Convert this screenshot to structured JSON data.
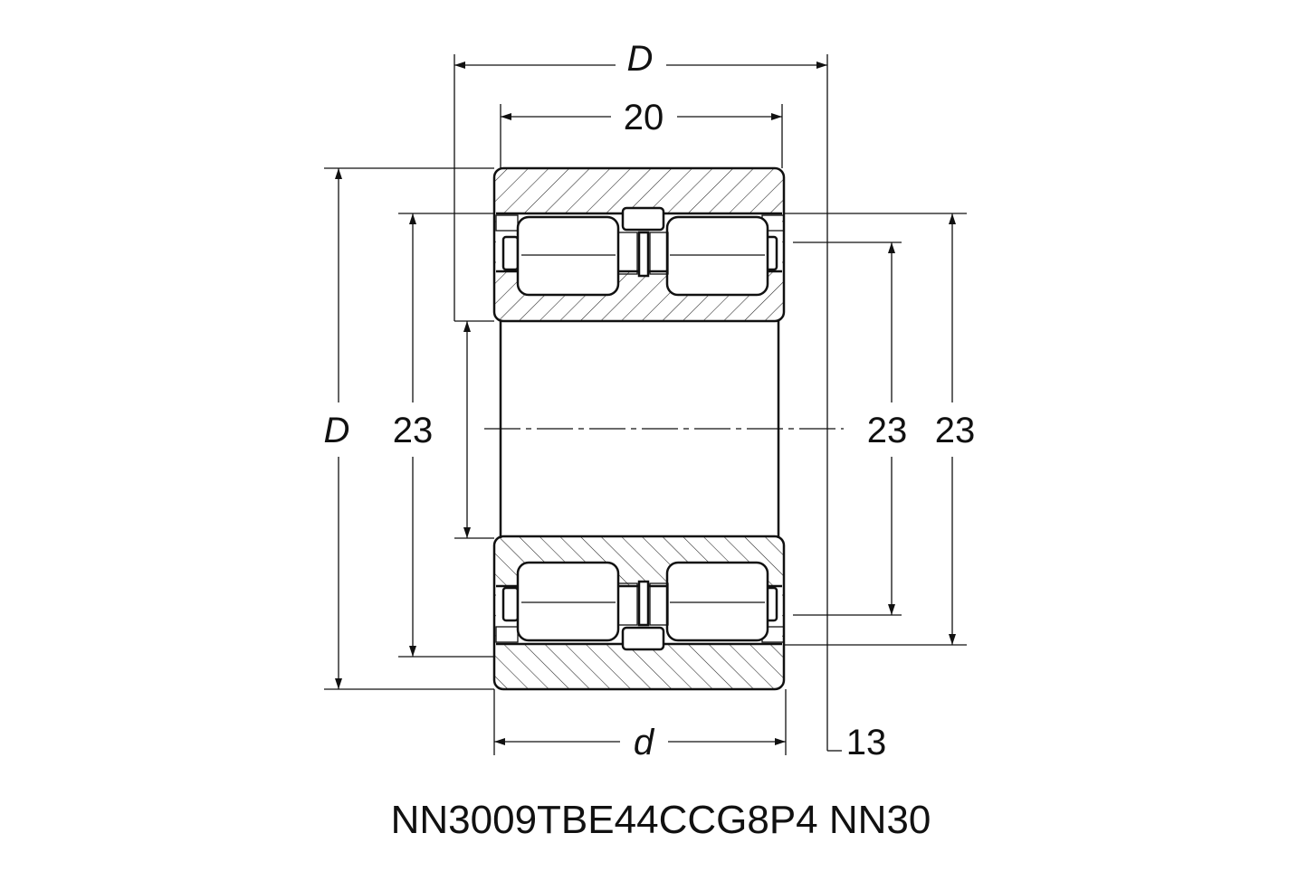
{
  "drawing": {
    "title": "NN3009TBE44CCG8P4 NN30",
    "dimensions": {
      "top_outer": "D",
      "top_width": "20",
      "left_outer": "D",
      "left_inner": "23",
      "right_inner": "23",
      "right_outer": "23",
      "bottom_bore": "d",
      "bottom_extra": "13"
    }
  }
}
